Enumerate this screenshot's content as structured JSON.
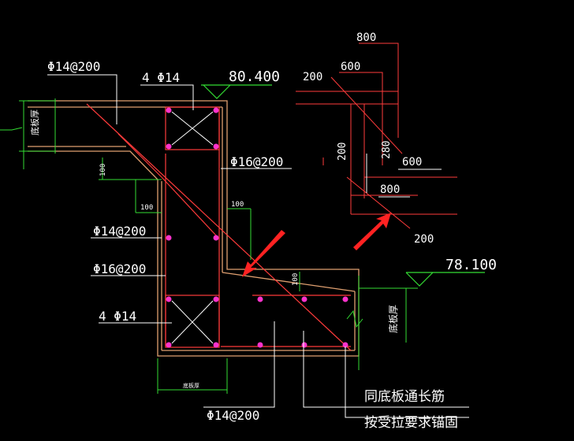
{
  "colors": {
    "background": "#000000",
    "concrete_outline": "#e0a070",
    "rebar": "#ff3b3b",
    "rebar_dot": "#ff33cc",
    "dimension": "#33dd33",
    "leader": "#ffffff",
    "arrow": "#ff2222",
    "text": "#ffffff"
  },
  "elevations": {
    "upper": "80.400",
    "lower": "78.100"
  },
  "rebar_labels": {
    "top_slab_bar": "Φ14@200",
    "top_corner_bars": "4 Φ14",
    "wall_vertical": "Φ16@200",
    "wall_left_1": "Φ14@200",
    "wall_left_2": "Φ16@200",
    "bottom_corner_bars": "4 Φ14",
    "bottom_bar": "Φ14@200"
  },
  "small_dims": {
    "d1": "100",
    "d2": "100",
    "d3": "100",
    "d4": "100"
  },
  "slab_labels": {
    "left_slab": "底板厚",
    "right_slab": "底板厚",
    "bottom_dim": "底板厚"
  },
  "notes": {
    "line1": "同底板通长筋",
    "line2": "按受拉要求锚固"
  },
  "detail_dims": {
    "d800_top": "800",
    "d600_top": "600",
    "d200_left": "200",
    "d200_vert": "200",
    "d280": "280",
    "d600_right": "600",
    "d800_bottom": "800",
    "d200_bottom": "200"
  }
}
